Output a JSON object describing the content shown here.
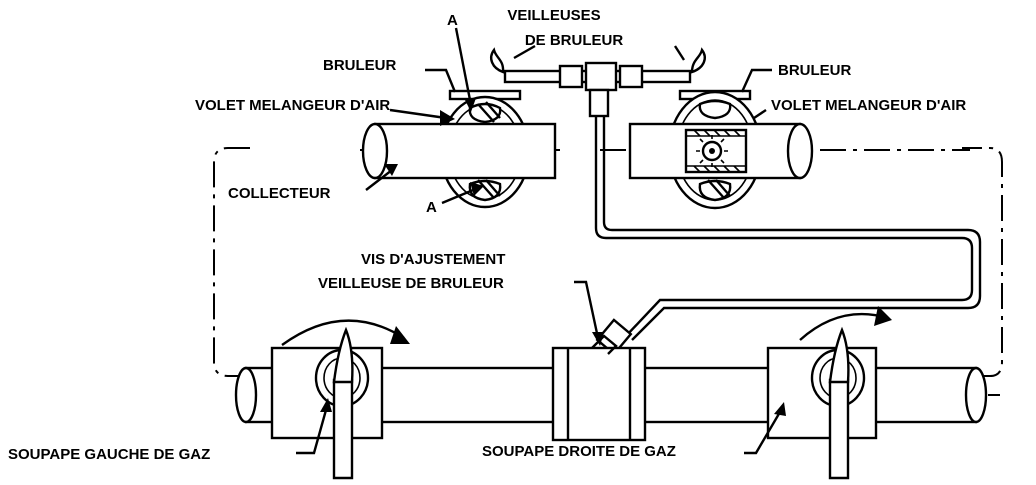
{
  "labels": {
    "pilots_line1": "VEILLEUSES",
    "pilots_line2": "DE BRULEUR",
    "burner_left": "BRULEUR",
    "burner_right": "BRULEUR",
    "air_shutter_left": "VOLET MELANGEUR D'AIR",
    "air_shutter_right": "VOLET MELANGEUR D'AIR",
    "section_a_top": "A",
    "section_a_bottom": "A",
    "manifold": "COLLECTEUR",
    "adjust_line1": "VIS D'AJUSTEMENT",
    "adjust_line2": "VEILLEUSE DE BRULEUR",
    "valve_left": "SOUPAPE GAUCHE DE GAZ",
    "valve_right": "SOUPAPE DROITE DE GAZ"
  }
}
